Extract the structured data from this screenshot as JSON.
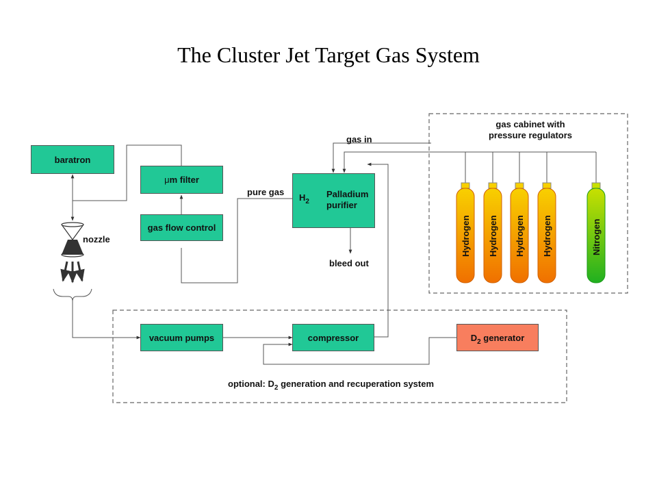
{
  "title": "The Cluster Jet Target Gas System",
  "boxes": {
    "baratron": "baratron",
    "um_filter_mu": "μ",
    "um_filter_rest": "m filter",
    "gas_flow_control": "gas flow control",
    "vacuum_pumps": "vacuum pumps",
    "compressor": "compressor",
    "d2_generator_d": "D",
    "d2_generator_sub": "2",
    "d2_generator_rest": " generator",
    "purifier_h": "H",
    "purifier_h_sub": "2",
    "purifier_line1": "Palladium",
    "purifier_line2": "purifier"
  },
  "labels": {
    "nozzle": "nozzle",
    "pure_gas": "pure gas",
    "gas_in": "gas in",
    "bleed_out": "bleed out",
    "cabinet_line1": "gas cabinet with",
    "cabinet_line2": "pressure regulators",
    "optional_prefix": "optional:  D",
    "optional_sub": "2",
    "optional_rest": " generation and recuperation system"
  },
  "cylinders": [
    {
      "label": "Hydrogen",
      "gas": "hydrogen"
    },
    {
      "label": "Hydrogen",
      "gas": "hydrogen"
    },
    {
      "label": "Hydrogen",
      "gas": "hydrogen"
    },
    {
      "label": "Hydrogen",
      "gas": "hydrogen"
    },
    {
      "label": "Nitrogen",
      "gas": "nitrogen"
    }
  ],
  "colors": {
    "box_green": "#21c896",
    "box_orange": "#f87e5e",
    "hydrogen_top": "#f8d000",
    "hydrogen_bottom": "#f07000",
    "nitrogen_top": "#c0e000",
    "nitrogen_bottom": "#20b020"
  }
}
